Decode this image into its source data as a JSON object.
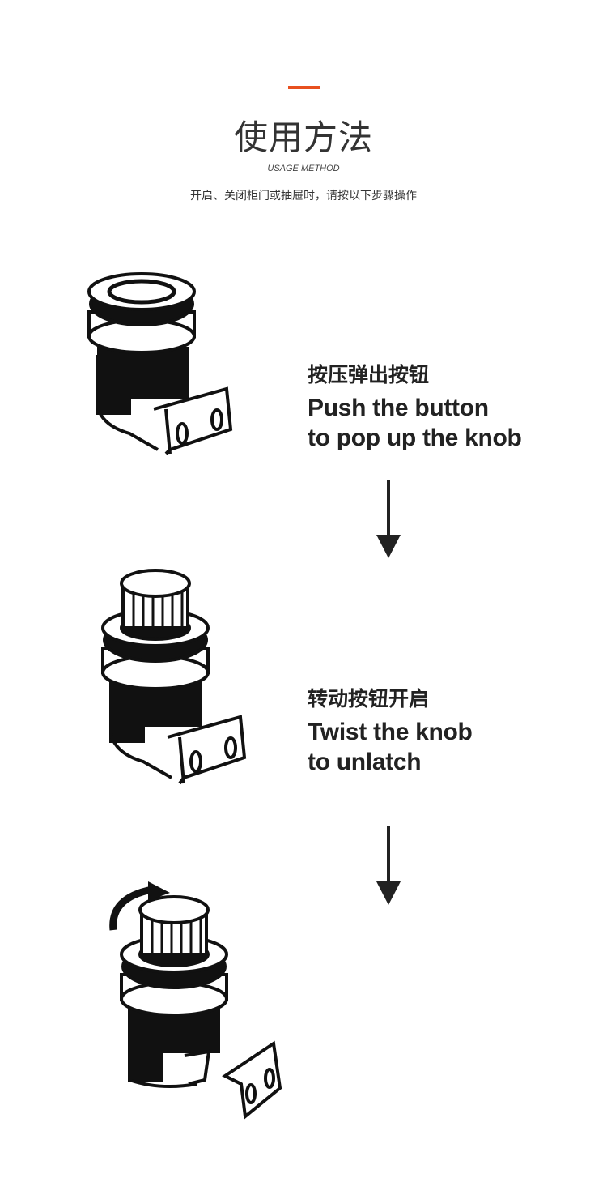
{
  "header": {
    "accent_color": "#e8501f",
    "title": "使用方法",
    "subtitle_en": "USAGE METHOD",
    "subtitle_cn": "开启、关闭柜门或抽屉时，请按以下步骤操作"
  },
  "steps": [
    {
      "title_cn": "按压弹出按钮",
      "line1": "Push the button",
      "line2": "to pop up the knob",
      "illustration": "latch-pressed"
    },
    {
      "title_cn": "转动按钮开启",
      "line1": "Twist the knob",
      "line2": "to unlatch",
      "illustration": "latch-popped"
    },
    {
      "illustration": "latch-unlatched-rotating"
    }
  ],
  "icons": {
    "arrow": "arrow-down-icon",
    "rotate": "rotate-arrow-icon"
  }
}
